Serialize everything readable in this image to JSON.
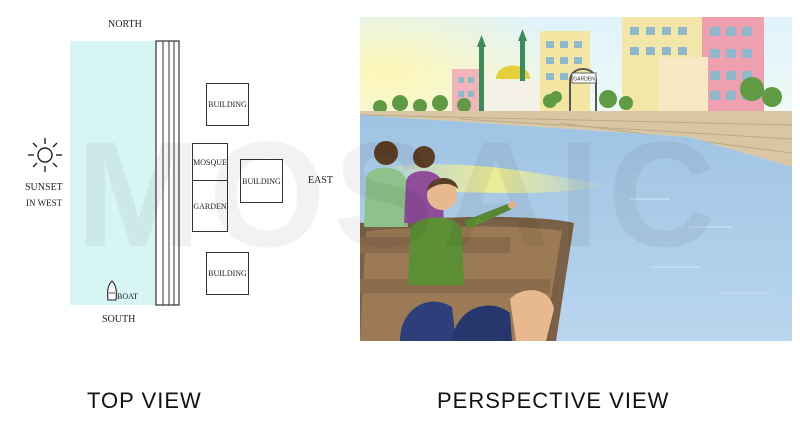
{
  "top_view": {
    "compass": {
      "north": "NORTH",
      "south": "SOUTH",
      "east": "EAST"
    },
    "sunset_line1": "SUNSET",
    "sunset_line2": "IN WEST",
    "boat_label": "BOAT",
    "buildings": {
      "top": "BUILDING",
      "middle": "BUILDING",
      "bottom": "BUILDING"
    },
    "mosque_label": "MOSQUE",
    "garden_label": "GARDEN",
    "colors": {
      "river": "#d7f5f5",
      "box_stroke": "#333333"
    }
  },
  "perspective_view": {
    "sign_text": "GARDEN",
    "colors": {
      "sky": "#e9f7fb",
      "water": "#a9cdea",
      "sun_glow": "#f4f19a"
    }
  },
  "watermark": "MOSAIC",
  "captions": {
    "top": "TOP VIEW",
    "perspective": "PERSPECTIVE VIEW"
  }
}
